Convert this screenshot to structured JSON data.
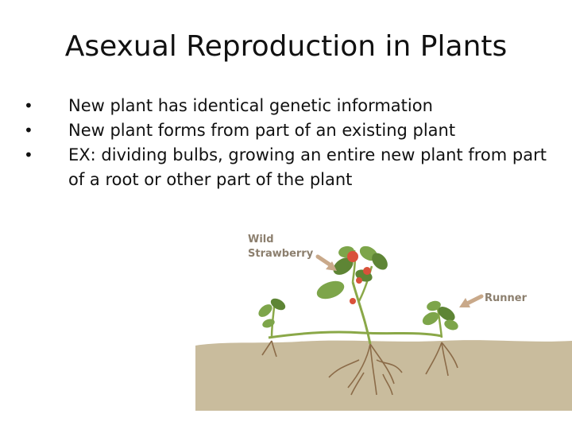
{
  "slide": {
    "title": "Asexual Reproduction in Plants",
    "bullets": [
      "New plant has identical genetic information",
      "New plant forms from part of an existing plant",
      "EX: dividing bulbs, growing an entire new plant from part of a root or other part of the plant"
    ],
    "bullet_symbol": "•"
  },
  "illustration": {
    "labels": {
      "wild_line1": "Wild",
      "wild_line2": "Strawberry",
      "runner": "Runner"
    },
    "colors": {
      "soil": "#c9bc9d",
      "leaf": "#7da54a",
      "leaf_dark": "#5e8535",
      "stem": "#8aa848",
      "root": "#8b6b48",
      "berry": "#d9513a",
      "label": "#8c7f6e",
      "arrow": "#c9a98a"
    },
    "icons": [
      "strawberry-plant-icon",
      "arrow-icon"
    ]
  }
}
